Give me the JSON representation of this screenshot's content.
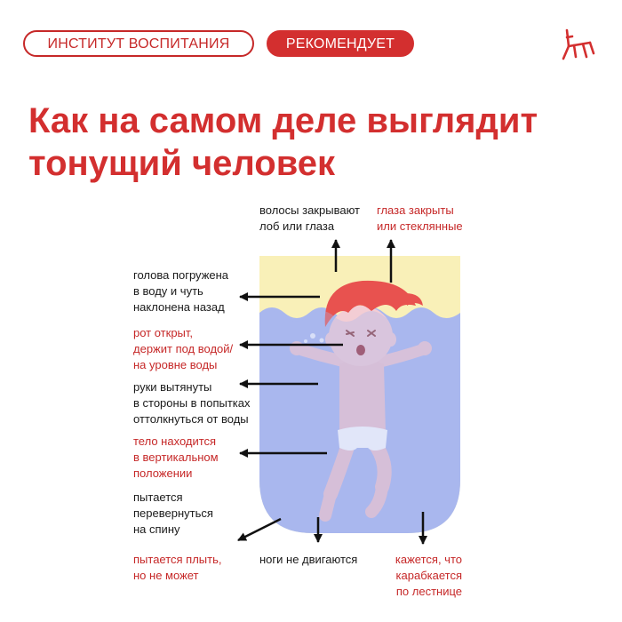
{
  "header": {
    "institute_badge": "ИНСТИТУТ ВОСПИТАНИЯ",
    "recommends_badge": "РЕКОМЕНДУЕТ",
    "logo_icon": "chair-logo-icon"
  },
  "title": {
    "line1": "Как на самом деле выглядит",
    "line2": "тонущий человек"
  },
  "colors": {
    "accent_red": "#d32f2f",
    "water_blue": "#a9b7ee",
    "sand_yellow": "#f9f0b8",
    "hair_red": "#e8524f",
    "skin": "#f0c6cf"
  },
  "labels": {
    "hair": [
      "волосы закрывают",
      "лоб или глаза"
    ],
    "eyes": [
      "глаза закрыты",
      "или стеклянные"
    ],
    "head": [
      "голова погружена",
      "в воду и чуть",
      "наклонена назад"
    ],
    "mouth": [
      "рот открыт,",
      "держит под водой/",
      "на уровне воды"
    ],
    "arms": [
      "руки вытянуты",
      "в стороны в попытках",
      "оттолкнуться от воды"
    ],
    "body": [
      "тело находится",
      "в вертикальном",
      "положении"
    ],
    "turn": [
      "пытается",
      "перевернуться",
      "на спину"
    ],
    "swim": [
      "пытается плыть,",
      "но не может"
    ],
    "legs": [
      "ноги не двигаются"
    ],
    "ladder": [
      "кажется, что",
      "карабкается",
      "по лестнице"
    ]
  }
}
